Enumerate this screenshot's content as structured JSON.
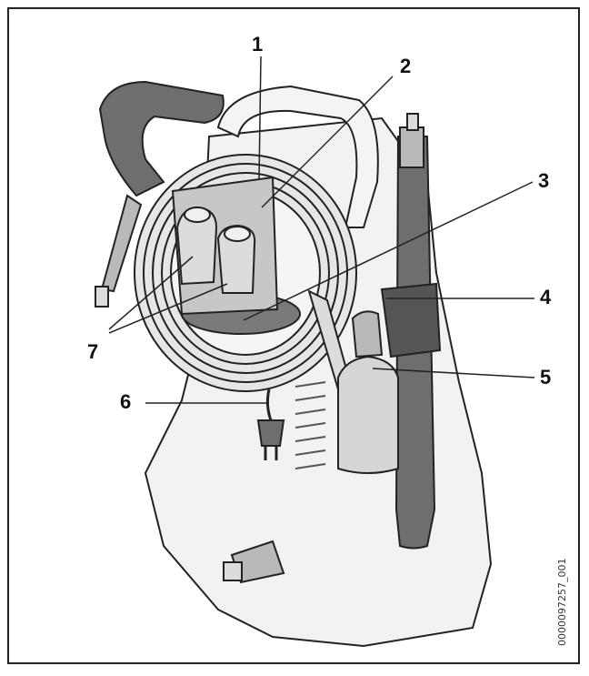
{
  "diagram": {
    "callouts": [
      {
        "id": "1",
        "label": "1"
      },
      {
        "id": "2",
        "label": "2"
      },
      {
        "id": "3",
        "label": "3"
      },
      {
        "id": "4",
        "label": "4"
      },
      {
        "id": "5",
        "label": "5"
      },
      {
        "id": "6",
        "label": "6"
      },
      {
        "id": "7",
        "label": "7"
      }
    ],
    "image_code": "0000097257_001",
    "colors": {
      "line": "#222222",
      "body_fill": "#f2f2f2",
      "dark_part": "#6e6e6e",
      "mid_part": "#b9b9b9",
      "light_part": "#dcdcdc"
    }
  }
}
